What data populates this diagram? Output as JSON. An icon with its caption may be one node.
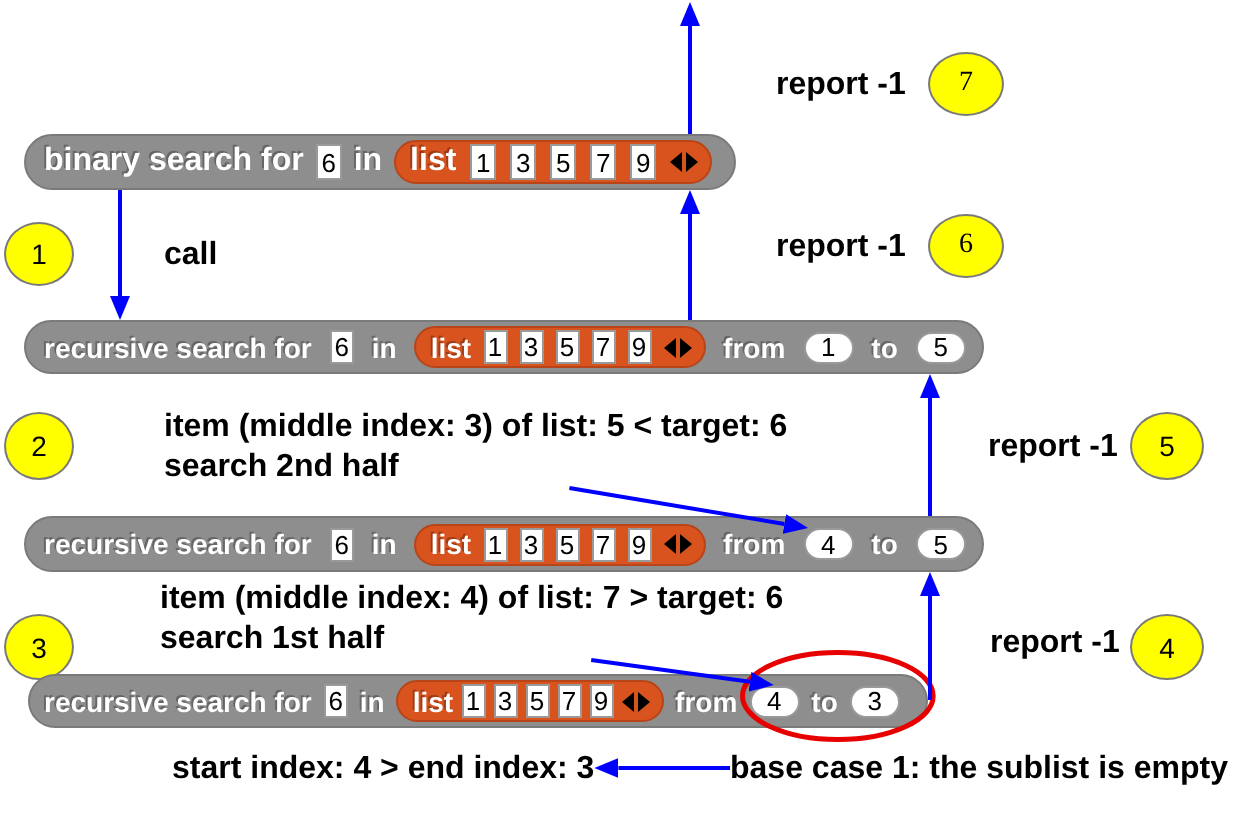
{
  "diagram": {
    "nodes": [
      {
        "text": [
          "7"
        ]
      },
      {
        "text": [
          "binary search for",
          "in"
        ]
      },
      {
        "text": [
          "6"
        ],
        "in": 1
      },
      {
        "text": [
          "list"
        ],
        "in": 1
      },
      {
        "text": [
          "1"
        ],
        "in": 3
      },
      {
        "text": [
          "3"
        ],
        "in": 3
      },
      {
        "text": [
          "5"
        ],
        "in": 3
      },
      {
        "text": [
          "7"
        ],
        "in": 3
      },
      {
        "text": [
          "9"
        ],
        "in": 3
      },
      {
        "text": [
          "1"
        ]
      },
      {
        "text": [
          "6"
        ]
      },
      {
        "text": [
          "recursive search for",
          "in",
          "from",
          "to"
        ]
      },
      {
        "text": [
          "6"
        ],
        "in": 11
      },
      {
        "text": [
          "list"
        ],
        "in": 11
      },
      {
        "text": [
          "1"
        ],
        "in": 13
      },
      {
        "text": [
          "3"
        ],
        "in": 13
      },
      {
        "text": [
          "5"
        ],
        "in": 13
      },
      {
        "text": [
          "7"
        ],
        "in": 13
      },
      {
        "text": [
          "9"
        ],
        "in": 13
      },
      {
        "text": [
          "1"
        ],
        "in": 11
      },
      {
        "text": [
          "5"
        ],
        "in": 11
      },
      {
        "text": [
          "2"
        ]
      },
      {
        "text": [
          "item (middle index: 3) of list: 5 < target: 6",
          "search 2nd half"
        ]
      },
      {
        "text": [
          "5"
        ]
      },
      {
        "text": [
          "recursive search for",
          "in",
          "from",
          "to"
        ]
      },
      {
        "text": [
          "6"
        ],
        "in": 24
      },
      {
        "text": [
          "list"
        ],
        "in": 24
      },
      {
        "text": [
          "1"
        ],
        "in": 26
      },
      {
        "text": [
          "3"
        ],
        "in": 26
      },
      {
        "text": [
          "5"
        ],
        "in": 26
      },
      {
        "text": [
          "7"
        ],
        "in": 26
      },
      {
        "text": [
          "9"
        ],
        "in": 26
      },
      {
        "text": [
          "4"
        ],
        "in": 24
      },
      {
        "text": [
          "5"
        ],
        "in": 24
      },
      {
        "text": [
          "3"
        ]
      },
      {
        "text": [
          "item (middle index: 4) of list: 7 > target: 6",
          "search 1st half"
        ]
      },
      {
        "text": [
          "4"
        ]
      },
      {
        "text": [
          "recursive search for",
          "in",
          "from",
          "to"
        ]
      },
      {
        "text": [
          "6"
        ],
        "in": 37
      },
      {
        "text": [
          "list"
        ],
        "in": 37
      },
      {
        "text": [
          "1"
        ],
        "in": 39
      },
      {
        "text": [
          "3"
        ],
        "in": 39
      },
      {
        "text": [
          "5"
        ],
        "in": 39
      },
      {
        "text": [
          "7"
        ],
        "in": 39
      },
      {
        "text": [
          "9"
        ],
        "in": 39
      },
      {
        "text": [
          "4"
        ],
        "in": 37
      },
      {
        "text": [
          "3"
        ],
        "in": 37
      },
      {
        "text": [
          "start index: 4 > end index: 3"
        ]
      },
      {
        "text": [
          "base case 1: the sublist is empty"
        ]
      }
    ],
    "edges": [
      {
        "from": 1,
        "to": 11,
        "arrow": "to",
        "label": "call"
      },
      {
        "from": 22,
        "to": 32,
        "arrow": "to"
      },
      {
        "from": 35,
        "to": 45,
        "arrow": "to"
      },
      {
        "from": 48,
        "to": 47,
        "arrow": "to"
      },
      {
        "from": 37,
        "to": 24,
        "arrow": "to",
        "label": "report -1"
      },
      {
        "from": 24,
        "to": 11,
        "arrow": "to",
        "label": "report -1"
      },
      {
        "from": 11,
        "to": 1,
        "arrow": "to",
        "label": "report -1"
      },
      {
        "from": 1,
        "to": null,
        "arrow": "to",
        "label": "report -1"
      }
    ]
  }
}
